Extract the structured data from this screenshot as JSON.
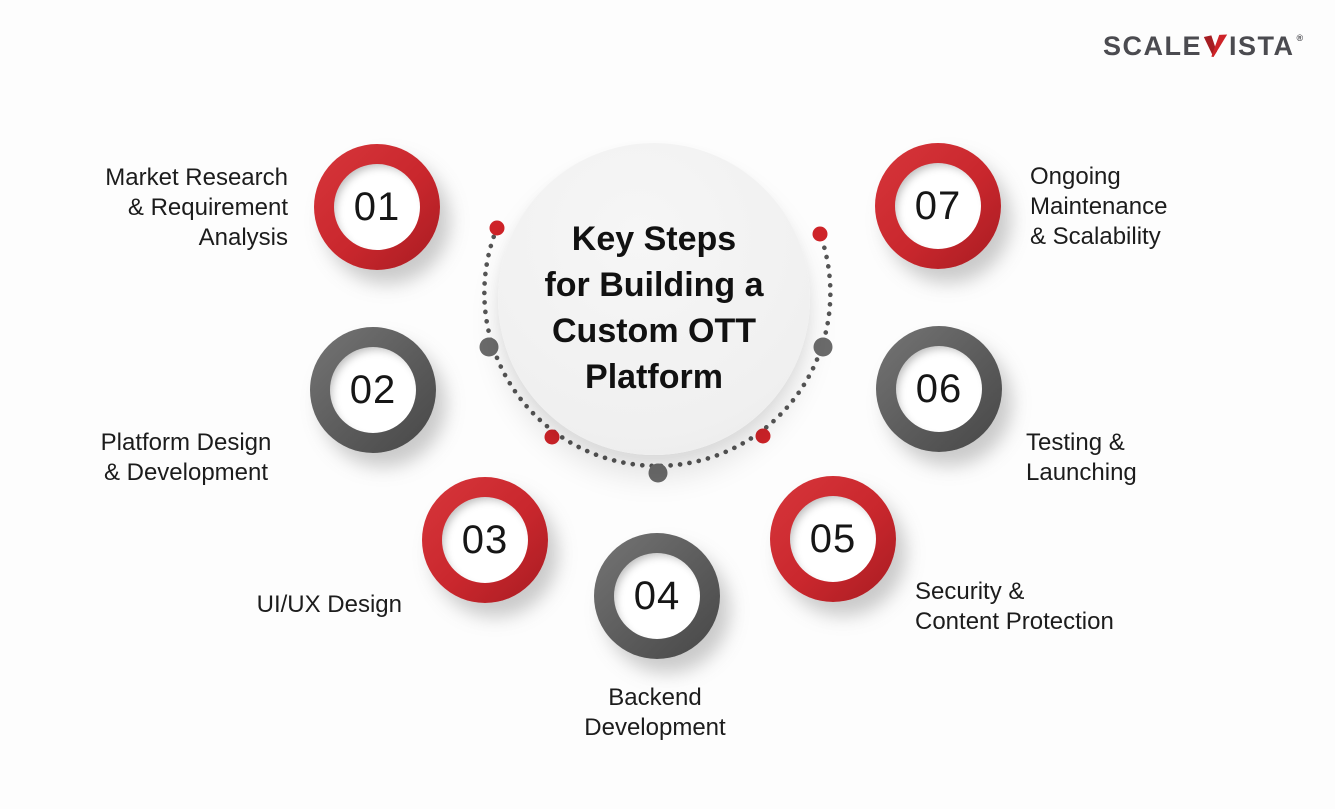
{
  "logo": {
    "text_left": "SCALE",
    "text_right": "ISTA",
    "registered_mark": "®",
    "v_icon": "red-v-checkmark"
  },
  "center": {
    "title": "Key Steps\nfor Building a\nCustom OTT\nPlatform"
  },
  "steps": [
    {
      "number": "01",
      "label": "Market Research\n& Requirement\nAnalysis",
      "accent": "red"
    },
    {
      "number": "02",
      "label": "Platform Design\n& Development",
      "accent": "gray"
    },
    {
      "number": "03",
      "label": "UI/UX Design",
      "accent": "red"
    },
    {
      "number": "04",
      "label": "Backend\nDevelopment",
      "accent": "gray"
    },
    {
      "number": "05",
      "label": "Security &\nContent Protection",
      "accent": "red"
    },
    {
      "number": "06",
      "label": "Testing &\nLaunching",
      "accent": "gray"
    },
    {
      "number": "07",
      "label": "Ongoing\nMaintenance\n& Scalability",
      "accent": "red"
    }
  ],
  "colors": {
    "accent_red": "#C9272D",
    "accent_gray": "#5B5B5B",
    "dot_red": "#CE2328",
    "dot_gray": "#6B6B6B",
    "dot_gray_small": "#555555",
    "title_text": "#111111",
    "label_text": "#1C1C1C",
    "background": "#FDFDFD",
    "center_fill": "#F0F0F0",
    "logo_text": "#4B4B50"
  }
}
